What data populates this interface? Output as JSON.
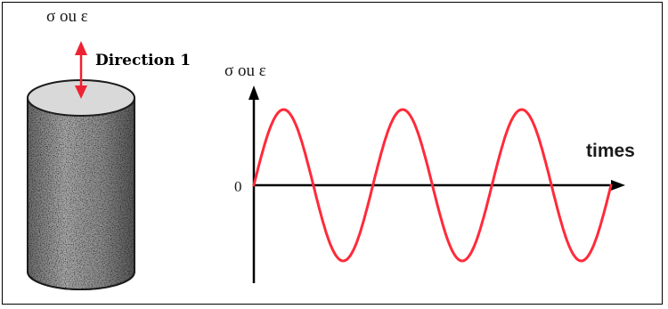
{
  "labels": {
    "specimen_top": "σ ou ε",
    "direction": "Direction 1",
    "y_axis": "σ ou ε",
    "origin": "0",
    "x_axis": "times"
  },
  "colors": {
    "signal": "#ff2a3a",
    "arrow": "#ee2233",
    "axis": "#000000",
    "cylinder_top": "#d9d9d9"
  },
  "signal": {
    "shape": "sine",
    "cycles": 3
  }
}
